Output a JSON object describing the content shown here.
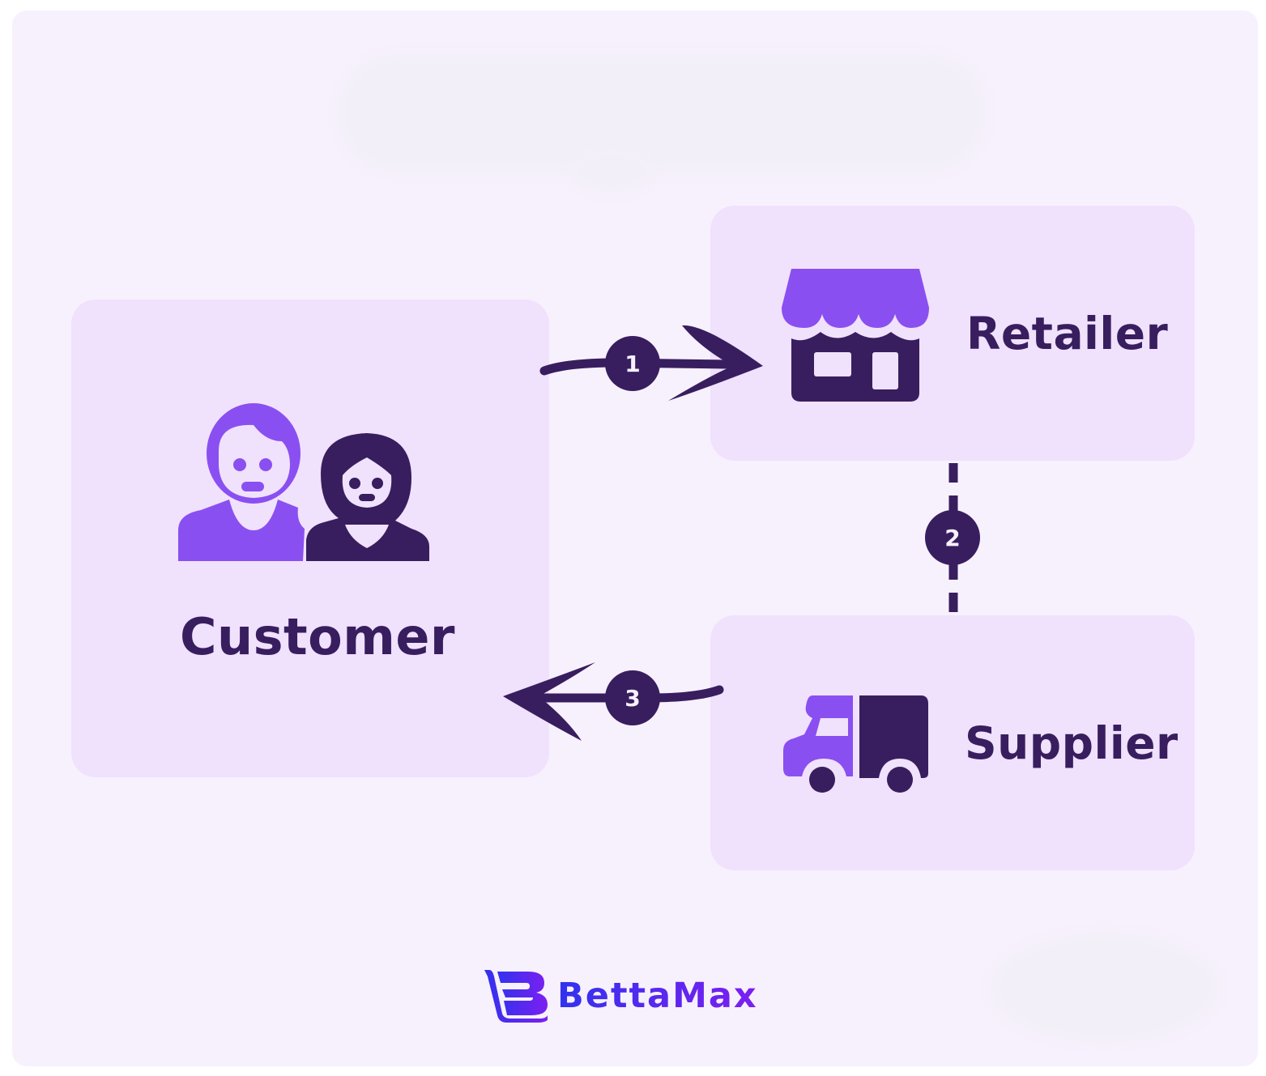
{
  "diagram": {
    "nodes": [
      {
        "id": "customer",
        "label": "Customer",
        "icon": "people-icon"
      },
      {
        "id": "retailer",
        "label": "Retailer",
        "icon": "storefront-icon"
      },
      {
        "id": "supplier",
        "label": "Supplier",
        "icon": "delivery-truck-icon"
      }
    ],
    "edges": [
      {
        "step": "1",
        "from": "customer",
        "to": "retailer",
        "style": "solid-arrow"
      },
      {
        "step": "2",
        "from": "retailer",
        "to": "supplier",
        "style": "dashed-line"
      },
      {
        "step": "3",
        "from": "supplier",
        "to": "customer",
        "style": "solid-arrow"
      }
    ]
  },
  "logo": {
    "text": "BettaMax",
    "icon": "bettamax-logo-icon"
  },
  "colors": {
    "background": "#f7f1fd",
    "box": "#f0e1fd",
    "dark": "#381e5e",
    "accent": "#8a4ff0",
    "logo_gradient_start": "#3232ee",
    "logo_gradient_end": "#7d1ff0"
  }
}
